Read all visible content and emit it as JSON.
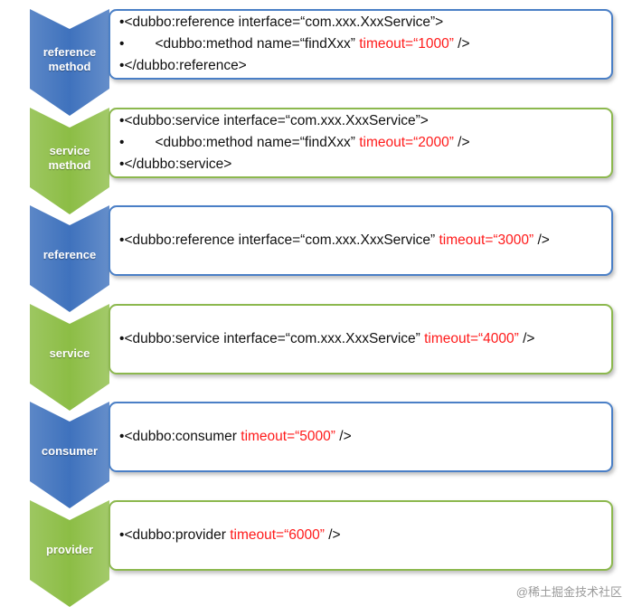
{
  "colors": {
    "blue_chevron": "#3f72bd",
    "green_chevron": "#8cbd45",
    "blue_border": "#4a7fc6",
    "green_border": "#8cb84e",
    "attribute_text": "#ff1a1a"
  },
  "steps": [
    {
      "label": "reference\nmethod",
      "color": "blue",
      "lines": [
        {
          "bullet": "•",
          "indent": false,
          "text": "<dubbo:reference interface=“com.xxx.XxxService”>",
          "attr": ""
        },
        {
          "bullet": "•",
          "indent": true,
          "text": "<dubbo:method name=“findXxx” ",
          "attr": "timeout=“1000”",
          "tail": " />"
        },
        {
          "bullet": "•",
          "indent": false,
          "text": "</dubbo:reference>",
          "attr": ""
        }
      ]
    },
    {
      "label": "service\nmethod",
      "color": "green",
      "lines": [
        {
          "bullet": "•",
          "indent": false,
          "text": "<dubbo:service interface=“com.xxx.XxxService”>",
          "attr": ""
        },
        {
          "bullet": "•",
          "indent": true,
          "text": "<dubbo:method name=“findXxx” ",
          "attr": "timeout=“2000”",
          "tail": " />"
        },
        {
          "bullet": "•",
          "indent": false,
          "text": "</dubbo:service>",
          "attr": ""
        }
      ]
    },
    {
      "label": "reference",
      "color": "blue",
      "lines": [
        {
          "bullet": "•",
          "indent": false,
          "text": "<dubbo:reference interface=“com.xxx.XxxService” ",
          "attr": "timeout=“3000”",
          "tail": " />"
        }
      ]
    },
    {
      "label": "service",
      "color": "green",
      "lines": [
        {
          "bullet": "•",
          "indent": false,
          "text": "<dubbo:service interface=“com.xxx.XxxService” ",
          "attr": "timeout=“4000”",
          "tail": " />"
        }
      ]
    },
    {
      "label": "consumer",
      "color": "blue",
      "lines": [
        {
          "bullet": "•",
          "indent": false,
          "text": "<dubbo:consumer ",
          "attr": "timeout=“5000”",
          "tail": " />"
        }
      ]
    },
    {
      "label": "provider",
      "color": "green",
      "lines": [
        {
          "bullet": "•",
          "indent": false,
          "text": "<dubbo:provider ",
          "attr": "timeout=“6000”",
          "tail": " />"
        }
      ]
    }
  ],
  "watermark": "@稀土掘金技术社区"
}
